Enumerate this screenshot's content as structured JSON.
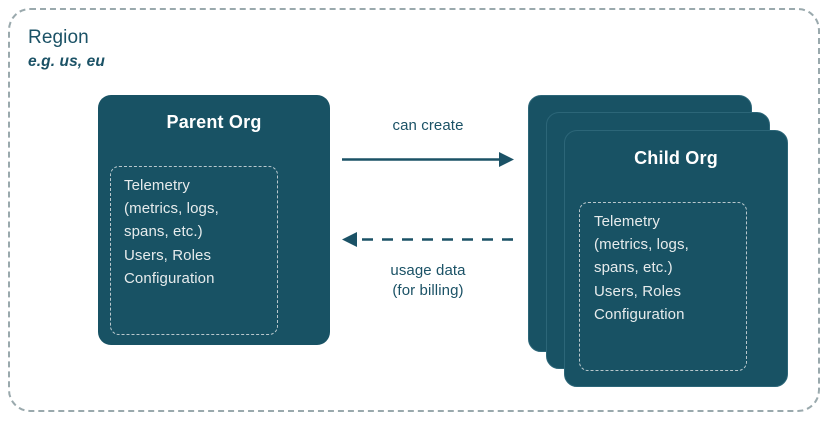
{
  "diagram": {
    "region": {
      "title": "Region",
      "subtitle": "e.g. us, eu"
    },
    "parent_org": {
      "title": "Parent Org",
      "contents": "Telemetry\n(metrics, logs,\nspans, etc.)\nUsers, Roles\nConfiguration"
    },
    "child_org": {
      "title": "Child Org",
      "contents": "Telemetry\n(metrics, logs,\nspans, etc.)\nUsers, Roles\nConfiguration",
      "stack_count": 3
    },
    "arrows": {
      "can_create": {
        "label": "can create",
        "direction": "right",
        "style": "solid"
      },
      "usage_data": {
        "label": "usage data\n(for billing)",
        "direction": "left",
        "style": "dashed"
      }
    },
    "colors": {
      "card_fill": "#185264",
      "card_stroke": "#2c6678",
      "accent_text": "#1b5266",
      "card_text": "#e6ebec",
      "inner_dash": "#b9c8cd",
      "region_dash": "#9aa9ad",
      "background": "#ffffff"
    }
  }
}
